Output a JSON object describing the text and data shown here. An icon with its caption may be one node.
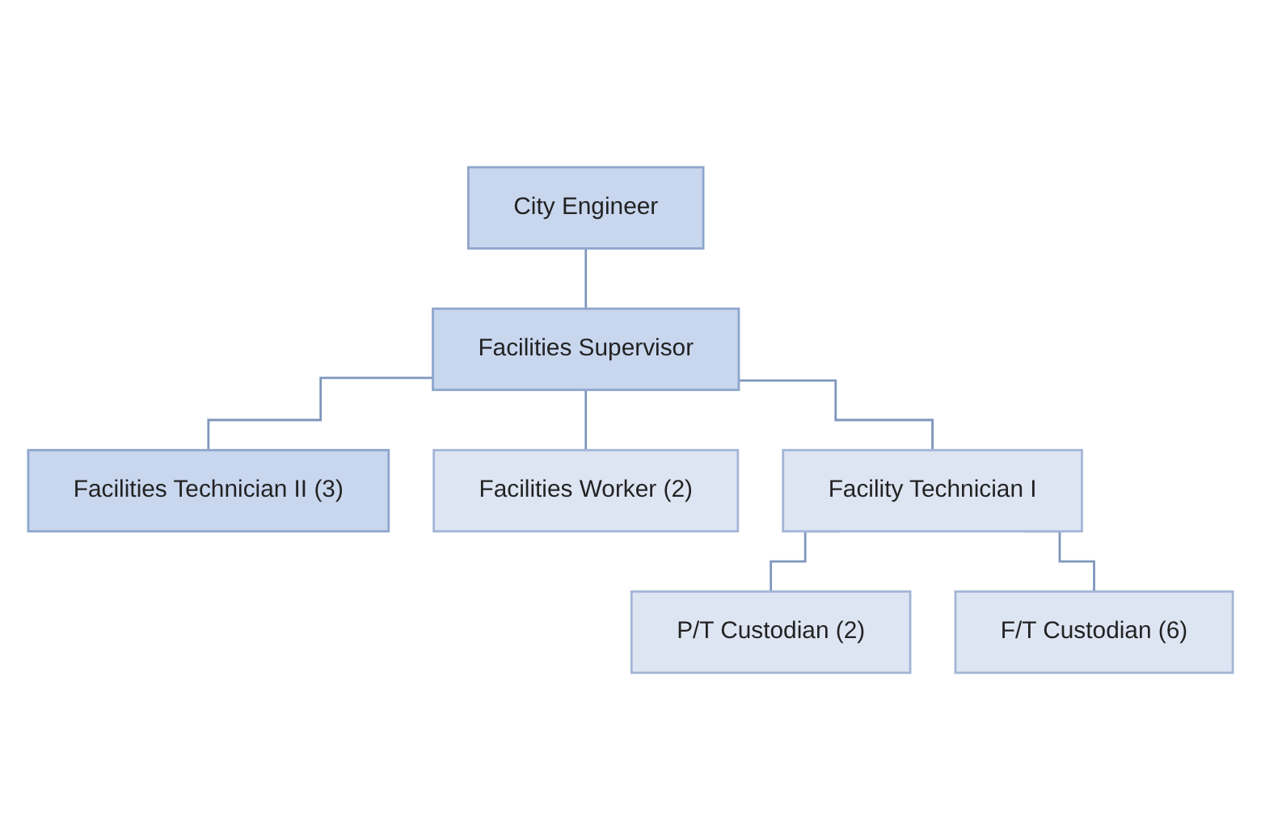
{
  "diagram": {
    "nodes": [
      {
        "text": [
          "City Engineer"
        ]
      },
      {
        "text": [
          "Facilities Supervisor"
        ]
      },
      {
        "text": [
          "Facilities Technician II (3)"
        ]
      },
      {
        "text": [
          "Facilities Worker (2)"
        ]
      },
      {
        "text": [
          "Facility Technician I"
        ]
      },
      {
        "text": [
          "P/T Custodian (2)"
        ]
      },
      {
        "text": [
          "F/T Custodian (6)"
        ]
      }
    ],
    "edges": [
      {
        "from": 0,
        "to": 1,
        "arrow": "none"
      },
      {
        "from": 1,
        "to": 2,
        "arrow": "none"
      },
      {
        "from": 1,
        "to": 3,
        "arrow": "none"
      },
      {
        "from": 1,
        "to": 4,
        "arrow": "none"
      },
      {
        "from": 4,
        "to": 5,
        "arrow": "none"
      },
      {
        "from": 4,
        "to": 6,
        "arrow": "none"
      }
    ]
  }
}
